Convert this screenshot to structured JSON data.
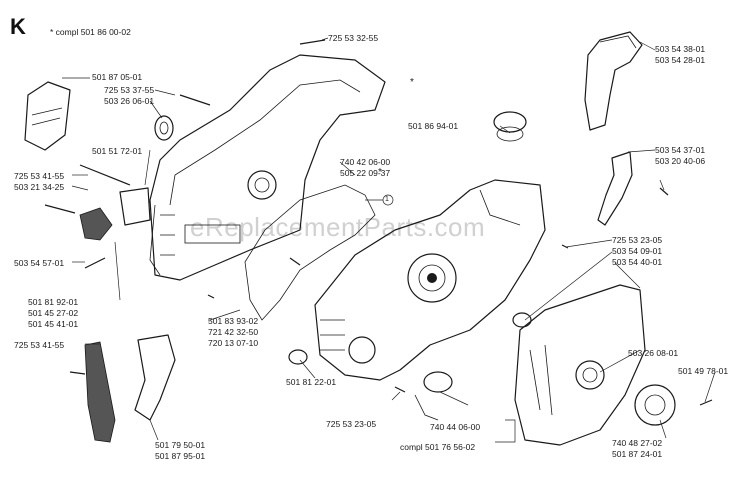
{
  "header": {
    "section_letter": "K",
    "compl_note": "* compl 501 86 00-02"
  },
  "watermark": "eReplacementParts.com",
  "labels": {
    "l1": "725 53 32-55",
    "l2": "501 87 05-01",
    "l3": "725 53 37-55",
    "l4": "503 26 06-01",
    "l5": "501 51 72-01",
    "l6": "725 53 41-55",
    "l7": "503 21 34-25",
    "l8": "503 54 57-01",
    "l9": "501 81 92-01",
    "l10": "501 45 27-02",
    "l11": "501 45 41-01",
    "l12": "725 53 41-55",
    "l13": "501 79 50-01",
    "l14": "501 87 95-01",
    "l15": "740 42 06-00",
    "l16": "505 22 09-37",
    "l17": "501 83 93-02",
    "l18": "721 42 32-50",
    "l19": "720 13 07-10",
    "l20": "501 81 22-01",
    "l21": "725 53 23-05",
    "l22": "740 44 06-00",
    "l23": "compl 501 76 56-02",
    "l24": "501 86 94-01",
    "l25": "503 54 38-01",
    "l26": "503 54 28-01",
    "l27": "503 54 37-01",
    "l28": "503 20 40-06",
    "l29": "725 53 23-05",
    "l30": "503 54 09-01",
    "l31": "503 54 40-01",
    "l32": "503 26 08-01",
    "l33": "501 49 78-01",
    "l34": "740 48 27-02",
    "l35": "501 87 24-01"
  },
  "markers": {
    "star_a": "*",
    "star_b": "*"
  },
  "callouts": {
    "circle_1": "1"
  }
}
